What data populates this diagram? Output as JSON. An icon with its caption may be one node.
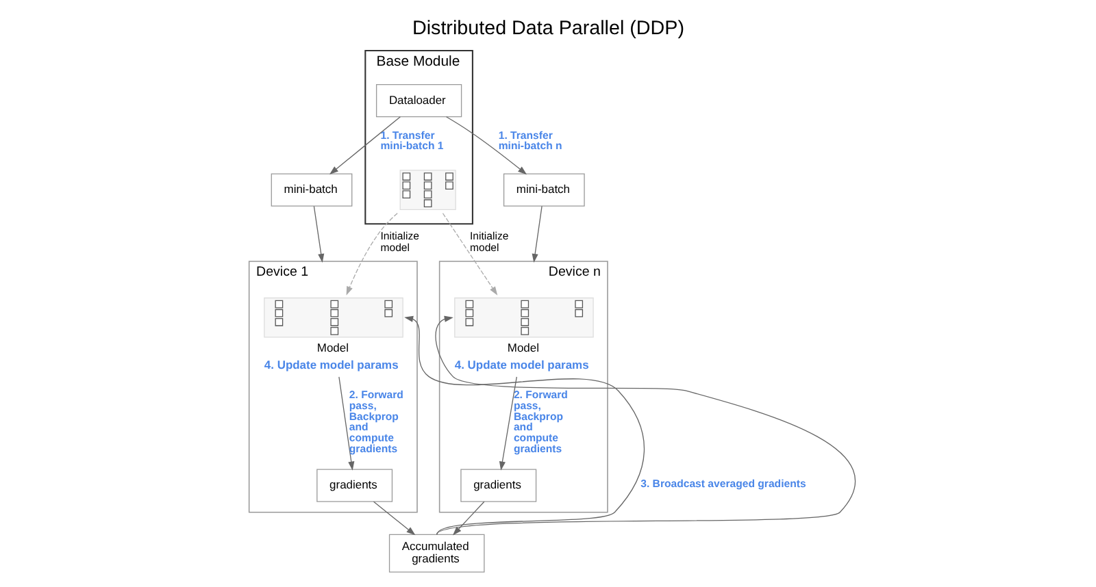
{
  "diagram": {
    "title": "Distributed Data Parallel (DDP)",
    "nodes": [
      {
        "text": [
          "Base Module"
        ]
      },
      {
        "text": [
          "Dataloader"
        ],
        "in": 0
      },
      {
        "text": [],
        "shape": "picture",
        "in": 0
      },
      {
        "text": [
          "mini-batch"
        ]
      },
      {
        "text": [
          "mini-batch"
        ]
      },
      {
        "text": [
          "Device 1"
        ]
      },
      {
        "text": [],
        "shape": "picture",
        "in": 5,
        "beside": [
          "Model",
          "4. Update model params"
        ]
      },
      {
        "text": [
          "gradients"
        ],
        "in": 5
      },
      {
        "text": [
          "Device n"
        ]
      },
      {
        "text": [],
        "shape": "picture",
        "in": 8,
        "beside": [
          "Model",
          "4. Update model params"
        ]
      },
      {
        "text": [
          "gradients"
        ],
        "in": 8
      },
      {
        "text": [
          "Accumulated gradients"
        ]
      }
    ],
    "edges": [
      {
        "from": 1,
        "to": 3,
        "arrow": "to",
        "label": "1. Transfer mini-batch 1"
      },
      {
        "from": 1,
        "to": 4,
        "arrow": "to",
        "label": "1. Transfer mini-batch n"
      },
      {
        "from": 3,
        "to": 5,
        "arrow": "to"
      },
      {
        "from": 4,
        "to": 8,
        "arrow": "to"
      },
      {
        "from": 2,
        "to": 6,
        "arrow": "to",
        "label": "Initialize model",
        "style": "dashed",
        "color": "#aaaaaa"
      },
      {
        "from": 2,
        "to": 9,
        "arrow": "to",
        "label": "Initialize model",
        "style": "dashed",
        "color": "#aaaaaa"
      },
      {
        "from": 6,
        "to": 7,
        "arrow": "to",
        "label": "2. Forward pass, Backprop and compute gradients"
      },
      {
        "from": 9,
        "to": 10,
        "arrow": "to",
        "label": "2. Forward pass, Backprop and compute gradients"
      },
      {
        "from": 7,
        "to": 11,
        "arrow": "to"
      },
      {
        "from": 10,
        "to": 11,
        "arrow": "to"
      },
      {
        "from": 11,
        "to": 6,
        "arrow": "to",
        "label": "3. Broadcast averaged gradients"
      },
      {
        "from": 11,
        "to": 9,
        "arrow": "to"
      }
    ]
  }
}
